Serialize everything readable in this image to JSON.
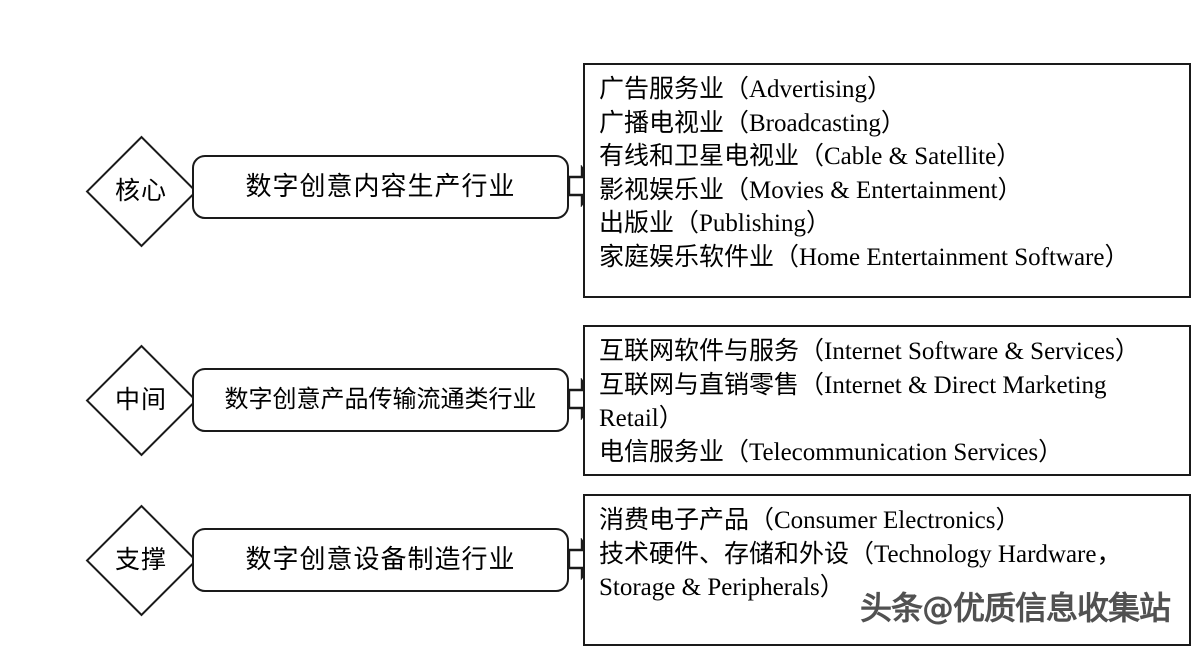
{
  "figure": {
    "watermark": "头条@优质信息收集站",
    "ink_color": "#1a1a1a",
    "background_color": "#ffffff"
  },
  "rows": [
    {
      "tier_label": "核心",
      "stage_label": "数字创意内容生产行业",
      "arrow_icon": "block-arrow-right-icon",
      "items": [
        "广告服务业（Advertising）",
        "广播电视业（Broadcasting）",
        "有线和卫星电视业（Cable & Satellite）",
        "影视娱乐业（Movies & Entertainment）",
        "出版业（Publishing）",
        "家庭娱乐软件业（Home Entertainment Software）"
      ]
    },
    {
      "tier_label": "中间",
      "stage_label": "数字创意产品传输流通类行业",
      "arrow_icon": "block-arrow-right-icon",
      "items": [
        "互联网软件与服务（Internet Software & Services）",
        "互联网与直销零售（Internet & Direct Marketing Retail）",
        "电信服务业（Telecommunication Services）"
      ]
    },
    {
      "tier_label": "支撑",
      "stage_label": "数字创意设备制造行业",
      "arrow_icon": "block-arrow-right-icon",
      "items": [
        "消费电子产品（Consumer Electronics）",
        "技术硬件、存储和外设（Technology Hardware，Storage & Peripherals）"
      ]
    }
  ]
}
